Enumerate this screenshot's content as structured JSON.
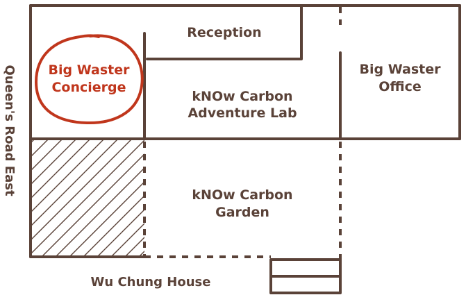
{
  "colors": {
    "ink": "#5a4238",
    "highlight": "#c0361c",
    "background": "#ffffff"
  },
  "rooms": {
    "concierge": [
      "Big Waster",
      "Concierge"
    ],
    "reception": "Reception",
    "lab": [
      "kNOw Carbon",
      "Adventure Lab"
    ],
    "office": [
      "Big Waster",
      "Office"
    ],
    "garden": [
      "kNOw Carbon",
      "Garden"
    ]
  },
  "streets": {
    "west": "Queen's Road East",
    "south": "Wu Chung House"
  }
}
